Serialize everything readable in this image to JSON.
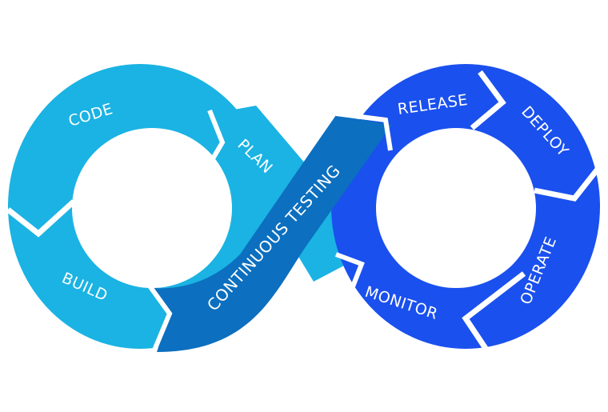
{
  "colors": {
    "light_blue": "#1ab3e3",
    "light_blue_dark": "#1098cc",
    "bright_blue": "#1a50ee",
    "bright_blue_dark": "#0e3fd6",
    "mid_blue": "#0c6fbf",
    "divider": "#ffffff"
  },
  "stages": {
    "code": "CODE",
    "build": "BUILD",
    "plan": "PLAN",
    "testing": "CONTINUOUS TESTING",
    "release": "RELEASE",
    "deploy": "DEPLOY",
    "operate": "OPERATE",
    "monitor": "MONITOR"
  }
}
